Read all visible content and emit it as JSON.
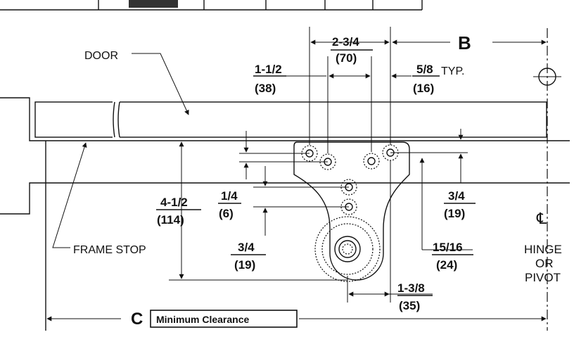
{
  "labels": {
    "door": "DOOR",
    "frame_stop": "FRAME STOP",
    "b": "B",
    "c": "C",
    "min_clearance": "Minimum Clearance",
    "typ": "TYP.",
    "cl": "℄",
    "hinge": "HINGE",
    "or": "OR",
    "pivot": "PIVOT"
  },
  "dims": {
    "d_2_3_4": "2-3/4",
    "d_70": "(70)",
    "d_1_1_2": "1-1/2",
    "d_38": "(38)",
    "d_5_8": "5/8",
    "d_16": "(16)",
    "d_4_1_2": "4-1/2",
    "d_114": "(114)",
    "d_1_4": "1/4",
    "d_6": "(6)",
    "d_3_4a": "3/4",
    "d_19a": "(19)",
    "d_3_4b": "3/4",
    "d_19b": "(19)",
    "d_15_16": "15/16",
    "d_24": "(24)",
    "d_1_3_8": "1-3/8",
    "d_35": "(35)"
  }
}
